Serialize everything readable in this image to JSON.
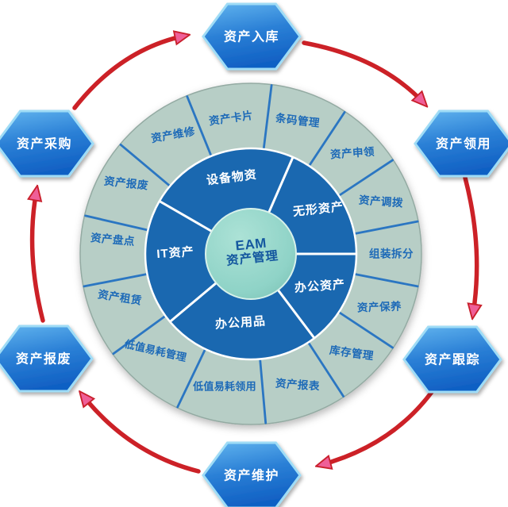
{
  "diagram": {
    "title_semantic": "EAM asset management lifecycle wheel",
    "center": {
      "line1": "EAM",
      "line2": "资产管理"
    },
    "inner_ring": [
      "设备物资",
      "无形资产",
      "办公资产",
      "办公用品",
      "IT资产"
    ],
    "outer_ring": [
      "资产卡片",
      "条码管理",
      "资产申领",
      "资产调拨",
      "组装拆分",
      "资产保养",
      "库存管理",
      "资产报表",
      "低值易耗领用",
      "低值易耗管理",
      "资产租赁",
      "资产盘点",
      "资产报废",
      "资产维修"
    ],
    "hexagons": [
      {
        "position": "top",
        "label": "资产入库"
      },
      {
        "position": "top-right",
        "label": "资产领用"
      },
      {
        "position": "bottom-right",
        "label": "资产跟踪"
      },
      {
        "position": "bottom",
        "label": "资产维护"
      },
      {
        "position": "bottom-left",
        "label": "资产报废"
      },
      {
        "position": "top-left",
        "label": "资产采购"
      }
    ],
    "colors": {
      "ring_outer": "#b7cec6",
      "ring_inner": "#1a68b0",
      "center_circle": "#8fd3c7",
      "outer_label_blue": "#1d6ab8",
      "inner_label_white": "#ffffff",
      "center_text_blue": "#14579f",
      "hexagon_blue": "#2b80d6",
      "arrow_red": "#cc2127",
      "background": "#ffffff"
    }
  }
}
